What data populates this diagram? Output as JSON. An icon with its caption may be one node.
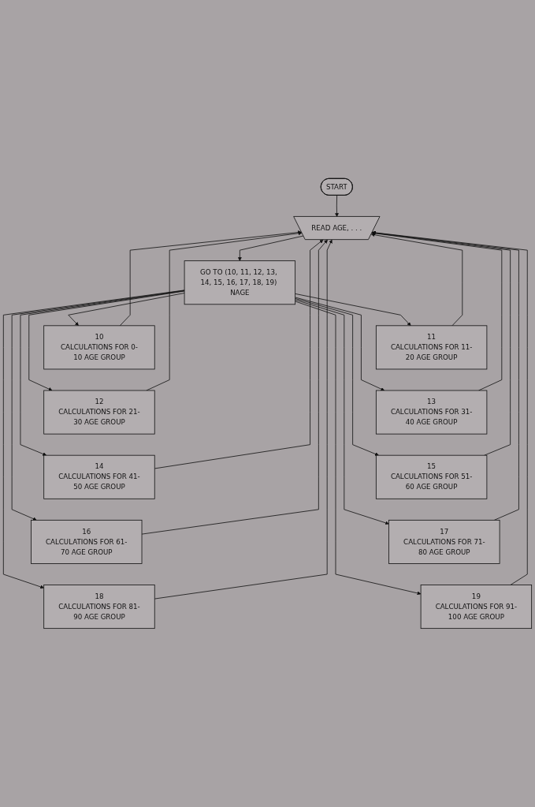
{
  "diagram": {
    "nodes": [
      {
        "text": [
          "START"
        ]
      },
      {
        "text": [
          "READ AGE, . . ."
        ]
      },
      {
        "text": [
          "GO TO (10, 11, 12, 13, 14, 15, 16, 17, 18, 19) NAGE"
        ]
      },
      {
        "text": [
          "10",
          "CALCULATIONS FOR 0-10 AGE GROUP"
        ]
      },
      {
        "text": [
          "11",
          "CALCULATIONS FOR 11-20 AGE GROUP"
        ]
      },
      {
        "text": [
          "12",
          "CALCULATIONS FOR 21-30 AGE GROUP"
        ]
      },
      {
        "text": [
          "13",
          "CALCULATIONS FOR 31-40 AGE GROUP"
        ]
      },
      {
        "text": [
          "14",
          "CALCULATIONS FOR 41-50 AGE GROUP"
        ]
      },
      {
        "text": [
          "15",
          "CALCULATIONS FOR 51-60 AGE GROUP"
        ]
      },
      {
        "text": [
          "16",
          "CALCULATIONS FOR 61-70 AGE GROUP"
        ]
      },
      {
        "text": [
          "17",
          "CALCULATIONS FOR 71-80 AGE GROUP"
        ]
      },
      {
        "text": [
          "18",
          "CALCULATIONS FOR 81-90 AGE GROUP"
        ]
      },
      {
        "text": [
          "19",
          "CALCULATIONS FOR 91-100 AGE GROUP"
        ]
      }
    ],
    "edges": [
      {
        "from": 0,
        "to": 1,
        "arrow": "to"
      },
      {
        "from": 1,
        "to": 2,
        "arrow": "to"
      },
      {
        "from": 2,
        "to": 3,
        "arrow": "to"
      },
      {
        "from": 2,
        "to": 4,
        "arrow": "to"
      },
      {
        "from": 2,
        "to": 5,
        "arrow": "to"
      },
      {
        "from": 2,
        "to": 6,
        "arrow": "to"
      },
      {
        "from": 2,
        "to": 7,
        "arrow": "to"
      },
      {
        "from": 2,
        "to": 8,
        "arrow": "to"
      },
      {
        "from": 2,
        "to": 9,
        "arrow": "to"
      },
      {
        "from": 2,
        "to": 10,
        "arrow": "to"
      },
      {
        "from": 2,
        "to": 11,
        "arrow": "to"
      },
      {
        "from": 2,
        "to": 12,
        "arrow": "to"
      },
      {
        "from": 3,
        "to": 1,
        "arrow": "to"
      },
      {
        "from": 4,
        "to": 1,
        "arrow": "to"
      },
      {
        "from": 5,
        "to": 1,
        "arrow": "to"
      },
      {
        "from": 6,
        "to": 1,
        "arrow": "to"
      },
      {
        "from": 7,
        "to": 1,
        "arrow": "to"
      },
      {
        "from": 8,
        "to": 1,
        "arrow": "to"
      },
      {
        "from": 9,
        "to": 1,
        "arrow": "to"
      },
      {
        "from": 10,
        "to": 1,
        "arrow": "to"
      },
      {
        "from": 11,
        "to": 1,
        "arrow": "to"
      },
      {
        "from": 12,
        "to": 1,
        "arrow": "to"
      }
    ]
  }
}
